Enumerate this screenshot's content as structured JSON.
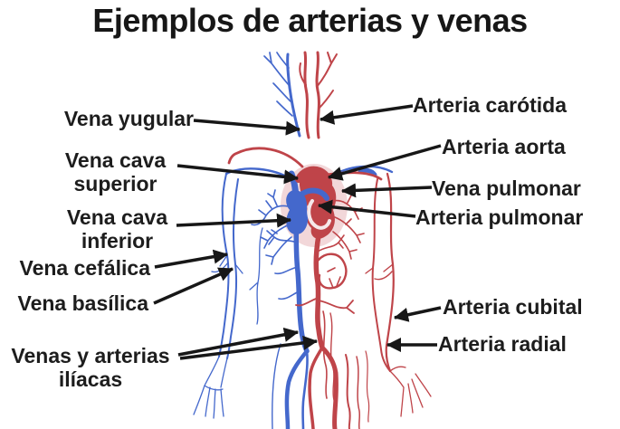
{
  "title": "Ejemplos de arterias y venas",
  "labels": {
    "vena_yugular": "Vena yugular",
    "vena_cava_superior": "Vena cava superior",
    "vena_cava_inferior": "Vena cava inferior",
    "vena_cefalica": "Vena cefálica",
    "vena_basilica": "Vena basílica",
    "venas_arterias_iliacas": "Venas y arterias ilíacas",
    "arteria_carotida": "Arteria carótida",
    "arteria_aorta": "Arteria aorta",
    "vena_pulmonar": "Vena pulmonar",
    "arteria_pulmonar": "Arteria pulmonar",
    "arteria_cubital": "Arteria cubital",
    "arteria_radial": "Arteria radial"
  },
  "colors": {
    "vein_blue": "#4468cc",
    "artery_red": "#bf4449",
    "heart_halo": "#f2d7d9",
    "heart_highlight": "#f6e8ea",
    "arrow_black": "#171717",
    "text_black": "#1d1d1d",
    "background": "#ffffff"
  }
}
